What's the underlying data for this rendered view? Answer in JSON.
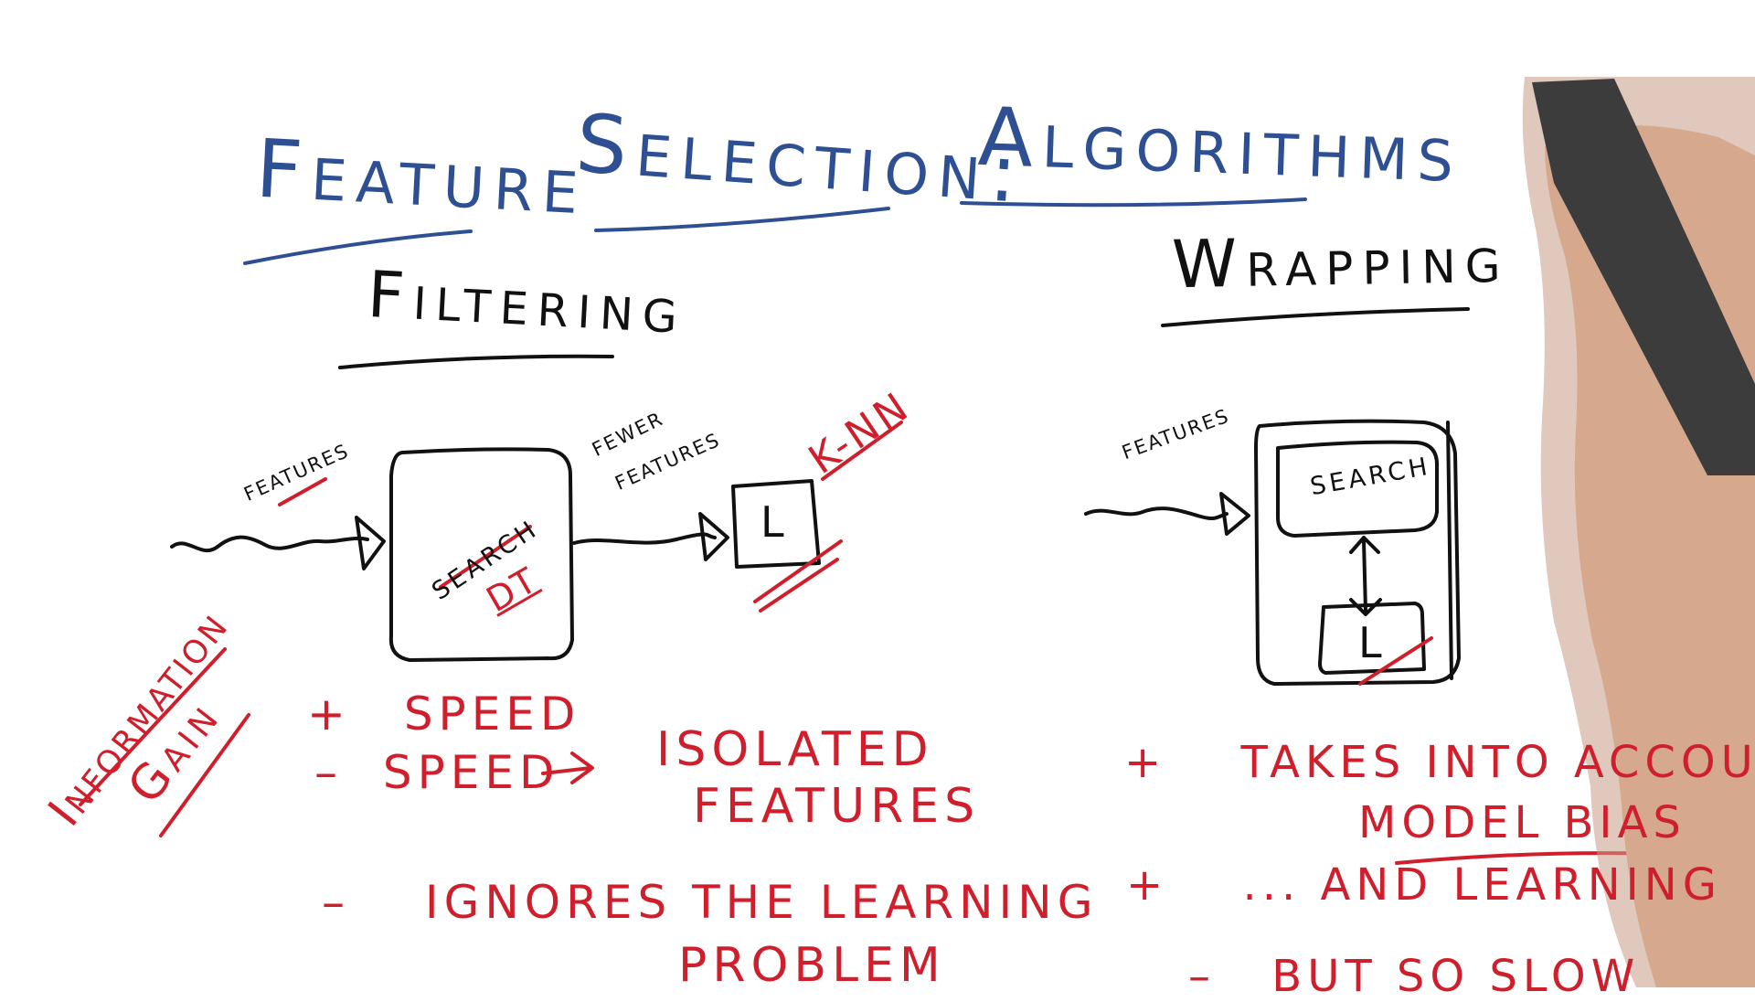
{
  "title": {
    "word1": "Feature",
    "word2": "Selection:",
    "word3": "Algorithms"
  },
  "filtering": {
    "heading": "Filtering",
    "features_label": "features",
    "search_label": "search",
    "dt_label": "DT",
    "fewer_line1": "fewer",
    "fewer_line2": "features",
    "learner_label": "L",
    "knn_label": "K-NN",
    "info_line1": "Information",
    "info_line2": "Gain",
    "pros_cons": [
      {
        "sign": "+",
        "text": "SPEED"
      },
      {
        "sign": "–",
        "text": "SPEED"
      },
      {
        "sign": "–",
        "text": "IGNORES   THE   LEARNING"
      }
    ],
    "isolated_line1": "ISOLATED",
    "isolated_line2": "FEATURES",
    "problem": "PROBLEM",
    "arrow": "→"
  },
  "wrapping": {
    "heading": "Wrapping",
    "features_label": "features",
    "search_label": "search",
    "learner_label": "L",
    "points": [
      {
        "sign": "+",
        "text": "TAKES  INTO  ACCOUNT"
      },
      {
        "sign": "",
        "text": "MODEL  BIAS"
      },
      {
        "sign": "+",
        "text": "... AND  LEARNING"
      },
      {
        "sign": "–",
        "text": "BUT  SO  SLOW"
      }
    ]
  }
}
